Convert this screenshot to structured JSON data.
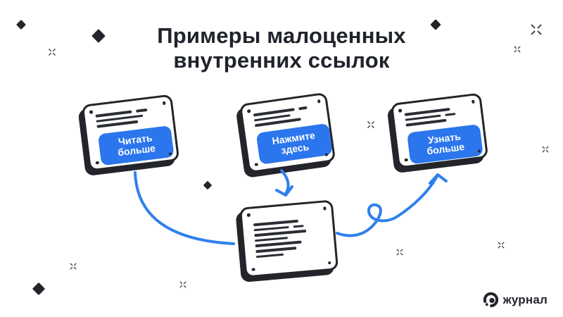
{
  "title": {
    "line1": "Примеры малоценных",
    "line2": "внутренних ссылок"
  },
  "cards": {
    "read_more": {
      "button": "Читать больше"
    },
    "click_here": {
      "button": "Нажмите здесь"
    },
    "learn_more": {
      "button": "Узнать больше"
    }
  },
  "logo": {
    "text": "журнал"
  },
  "colors": {
    "background": "#ffffff",
    "ink": "#23252b",
    "button_blue": "#2b76ed",
    "arrow_blue": "#2f80ed",
    "button_text": "#ffffff"
  }
}
